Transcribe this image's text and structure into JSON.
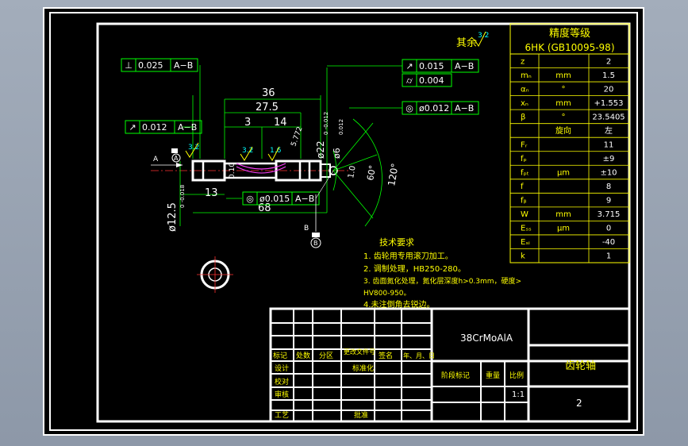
{
  "part": {
    "material": "38CrMoAlA",
    "name": "齿轮轴",
    "drawing_no": "2",
    "scale": "1:1"
  },
  "dimensions": {
    "d36": "36",
    "d27_5": "27.5",
    "d3": "3",
    "d14": "14",
    "d13": "13",
    "d68": "68",
    "dia12_5": "ø12.5",
    "dia12_5_tol": "0\n-0.018",
    "dia22": "ø22",
    "dia22_tol": "0\n-0.012",
    "dia6": "ø6",
    "dia6_tol": "0.012",
    "ang120": "120°",
    "ang60": "60°",
    "ang10": "1.0",
    "r0_10": "0.10",
    "r5772": "5.772",
    "ra_left": "3.2",
    "ra_mid": "3.2",
    "ra_mid2": "1.6",
    "ra_other": "3.2",
    "other_label": "其余",
    "arrow_a": "A",
    "arrow_b": "B"
  },
  "gdt": [
    {
      "sym": "⊥",
      "tol": "0.025",
      "ref": "A−B"
    },
    {
      "sym": "↗",
      "tol": "0.015",
      "ref": "A−B"
    },
    {
      "sym": "⌭",
      "tol": "0.004",
      "ref": ""
    },
    {
      "sym": "◎",
      "tol": "ø0.012",
      "ref": "A−B"
    },
    {
      "sym": "↗",
      "tol": "0.012",
      "ref": "A−B"
    },
    {
      "sym": "◎",
      "tol": "ø0.015",
      "ref": "A−B"
    }
  ],
  "datum": {
    "a": "A",
    "b": "B"
  },
  "precision": {
    "title": "精度等级",
    "standard": "6HK (GB10095-98)",
    "rows": [
      {
        "sym": "z",
        "unit": "",
        "val": "2"
      },
      {
        "sym": "mₙ",
        "unit": "mm",
        "val": "1.5"
      },
      {
        "sym": "αₙ",
        "unit": "°",
        "val": "20"
      },
      {
        "sym": "xₙ",
        "unit": "mm",
        "val": "+1.553"
      },
      {
        "sym": "β",
        "unit": "°",
        "val": "23.5405"
      },
      {
        "sym": "",
        "unit": "旋向",
        "val": "左"
      },
      {
        "sym": "Fᵣ",
        "unit": "",
        "val": "11"
      },
      {
        "sym": "fₚ",
        "unit": "",
        "val": "±9"
      },
      {
        "sym": "fₚₜ",
        "unit": "μm",
        "val": "±10"
      },
      {
        "sym": "f",
        "unit": "",
        "val": "8"
      },
      {
        "sym": "fᵦ",
        "unit": "",
        "val": "9"
      },
      {
        "sym": "W",
        "unit": "mm",
        "val": "3.715"
      },
      {
        "sym": "Eₛₛ",
        "unit": "μm",
        "val": "0"
      },
      {
        "sym": "Eₛᵢ",
        "unit": "",
        "val": "-40"
      },
      {
        "sym": "k",
        "unit": "",
        "val": "1"
      }
    ]
  },
  "notes": {
    "title": "技术要求",
    "items": [
      "1. 齿轮用专用滚刀加工。",
      "2. 调制处理，HB250-280。",
      "3. 齿面氮化处理，氮化层深度h>0.3mm，硬度>",
      "HV800-950。",
      "4.未注倒角去锐边。"
    ]
  },
  "titleblock": {
    "mark": "标记",
    "count": "处数",
    "zone": "分区",
    "change_doc": "更改文件号",
    "signature": "签名",
    "date": "年、月、日",
    "design": "设计",
    "standardize": "标准化",
    "check": "校对",
    "review": "审核",
    "process": "工艺",
    "approve": "批准",
    "stage_mark": "阶段标记",
    "weight": "重量",
    "scale_label": "比例"
  }
}
